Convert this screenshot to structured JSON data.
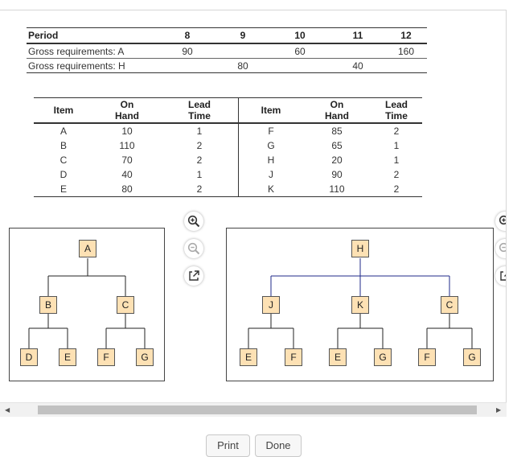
{
  "requirements": {
    "headers": [
      "Period",
      "8",
      "9",
      "10",
      "11",
      "12"
    ],
    "rows": [
      {
        "label": "Gross requirements: A",
        "cells": [
          "90",
          "",
          "60",
          "",
          "160"
        ]
      },
      {
        "label": "Gross requirements: H",
        "cells": [
          "",
          "80",
          "",
          "40",
          ""
        ]
      }
    ]
  },
  "inventory": {
    "headers": {
      "item": "Item",
      "on_hand_1": "On",
      "on_hand_2": "Hand",
      "lead_1": "Lead",
      "lead_2": "Time",
      "item_b": "Item",
      "on_hand_b1": "On",
      "on_hand_b2": "Hand",
      "lead_b1": "Lead",
      "lead_b2": "Time"
    },
    "rows": [
      [
        "A",
        "10",
        "1",
        "F",
        "85",
        "2"
      ],
      [
        "B",
        "110",
        "2",
        "G",
        "65",
        "1"
      ],
      [
        "C",
        "70",
        "2",
        "H",
        "20",
        "1"
      ],
      [
        "D",
        "40",
        "1",
        "J",
        "90",
        "2"
      ],
      [
        "E",
        "80",
        "2",
        "K",
        "110",
        "2"
      ]
    ]
  },
  "tree_a": {
    "root": "A",
    "level1": [
      "B",
      "C"
    ],
    "level2": [
      "D",
      "E",
      "F",
      "G"
    ]
  },
  "tree_h": {
    "root": "H",
    "level1": [
      "J",
      "K",
      "C"
    ],
    "level2": [
      "E",
      "F",
      "E",
      "G",
      "F",
      "G"
    ]
  },
  "icons": {
    "zoom_in": "zoom-in-icon",
    "zoom_out": "zoom-out-icon",
    "open_external": "external-link-icon",
    "scroll_left": "arrow-left-icon",
    "scroll_right": "arrow-right-icon"
  },
  "buttons": {
    "print": "Print",
    "done": "Done"
  },
  "colors": {
    "node_fill": "#fde1b4",
    "tree_h_line": "#1f2a8a"
  }
}
